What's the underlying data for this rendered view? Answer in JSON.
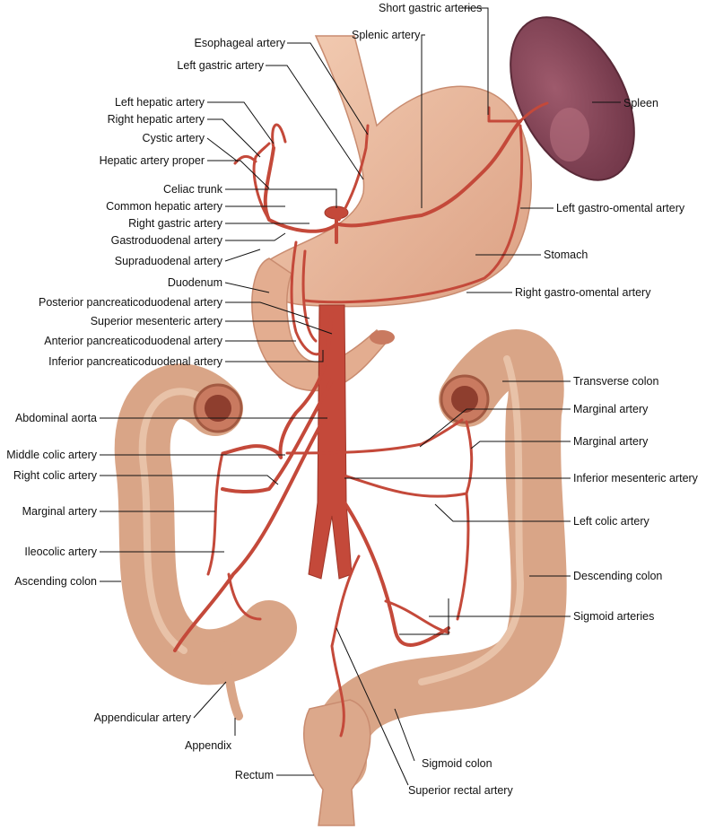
{
  "title": "Arterial supply of the stomach, duodenum, spleen and colon",
  "colors": {
    "artery": "#c4493a",
    "stomach": "#ebbb9f",
    "colon": "#d9a587",
    "spleen": "#8c4a5c"
  },
  "labels": [
    "Short gastric arteries",
    "Esophageal artery",
    "Splenic artery",
    "Left gastric artery",
    "Left hepatic artery",
    "Right hepatic artery",
    "Spleen",
    "Cystic artery",
    "Hepatic artery proper",
    "Celiac trunk",
    "Common hepatic artery",
    "Left gastro-omental artery",
    "Right gastric artery",
    "Gastroduodenal artery",
    "Stomach",
    "Supraduodenal artery",
    "Duodenum",
    "Right gastro-omental artery",
    "Posterior pancreaticoduodenal artery",
    "Superior mesenteric artery",
    "Anterior pancreaticoduodenal artery",
    "Inferior pancreaticoduodenal artery",
    "Transverse colon",
    "Marginal artery",
    "Abdominal aorta",
    "Marginal artery",
    "Middle colic artery",
    "Right colic artery",
    "Inferior mesenteric artery",
    "Marginal artery",
    "Left colic artery",
    "Ileocolic artery",
    "Descending colon",
    "Ascending colon",
    "Sigmoid arteries",
    "Appendicular artery",
    "Appendix",
    "Sigmoid colon",
    "Rectum",
    "Superior rectal artery"
  ]
}
